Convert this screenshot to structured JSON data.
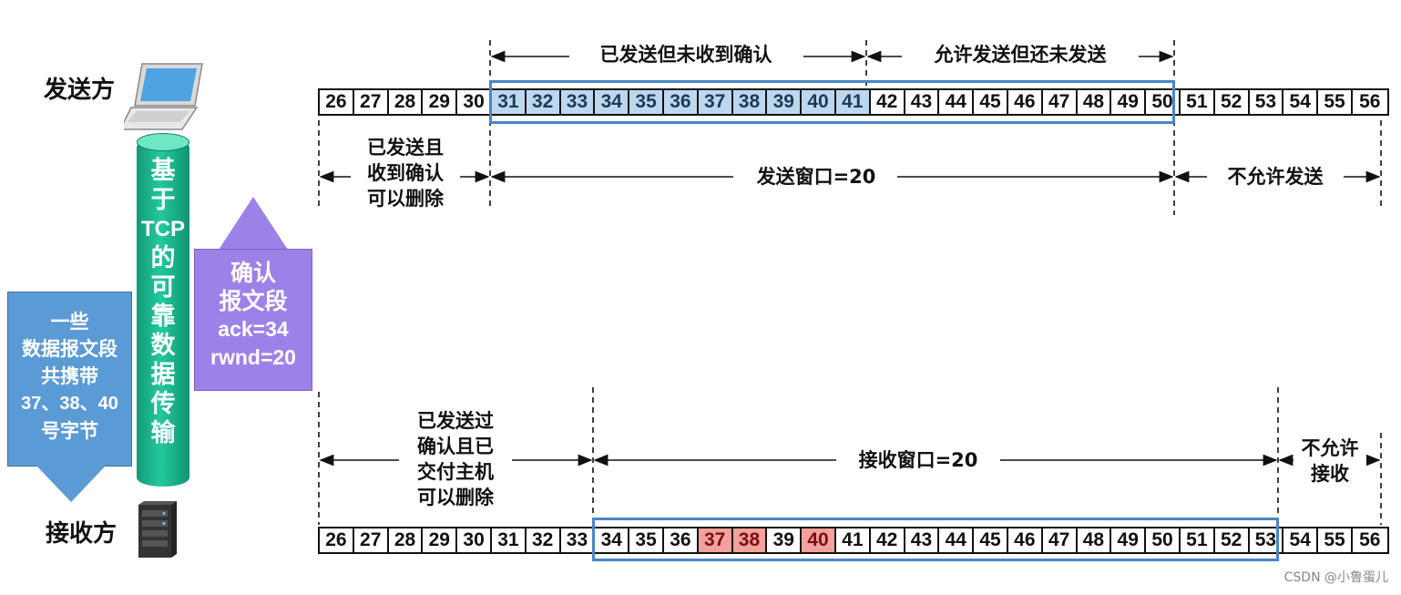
{
  "sender_label": "发送方",
  "receiver_label": "接收方",
  "channel": {
    "line1": "基",
    "line2": "于",
    "line3": "TCP",
    "line4": "的",
    "line5": "可",
    "line6": "靠",
    "line7": "数",
    "line8": "据",
    "line9": "传",
    "line10": "输"
  },
  "data_arrow": {
    "line1": "一些",
    "line2": "数据报文段",
    "line3": "共携带",
    "line4": "37、38、40",
    "line5": "号字节"
  },
  "ack_arrow": {
    "line1": "确认",
    "line2": "报文段",
    "line3": "ack=34",
    "line4": "rwnd=20"
  },
  "sender": {
    "bytes": [
      "26",
      "27",
      "28",
      "29",
      "30",
      "31",
      "32",
      "33",
      "34",
      "35",
      "36",
      "37",
      "38",
      "39",
      "40",
      "41",
      "42",
      "43",
      "44",
      "45",
      "46",
      "47",
      "48",
      "49",
      "50",
      "51",
      "52",
      "53",
      "54",
      "55",
      "56"
    ],
    "sent_unacked_label": "已发送但未收到确认",
    "allowed_unsent_label": "允许发送但还未发送",
    "acked_label": {
      "line1": "已发送且",
      "line2": "收到确认",
      "line3": "可以删除"
    },
    "window_label": "发送窗口=20",
    "not_allowed_label": "不允许发送"
  },
  "receiver": {
    "bytes": [
      "26",
      "27",
      "28",
      "29",
      "30",
      "31",
      "32",
      "33",
      "34",
      "35",
      "36",
      "37",
      "38",
      "39",
      "40",
      "41",
      "42",
      "43",
      "44",
      "45",
      "46",
      "47",
      "48",
      "49",
      "50",
      "51",
      "52",
      "53",
      "54",
      "55",
      "56"
    ],
    "delivered_label": {
      "line1": "已发送过",
      "line2": "确认且已",
      "line3": "交付主机",
      "line4": "可以删除"
    },
    "window_label": "接收窗口=20",
    "not_allowed_label": {
      "line1": "不允许",
      "line2": "接收"
    }
  },
  "colors": {
    "sent_fill": "#bdd7ee",
    "missing_fill": "#f4a19d",
    "window_frame": "#4a86c8",
    "data_arrow": "#5b9bd5",
    "ack_arrow": "#9c82e8",
    "channel": "#22c99d"
  },
  "watermark": "CSDN @小鲁蛋儿"
}
